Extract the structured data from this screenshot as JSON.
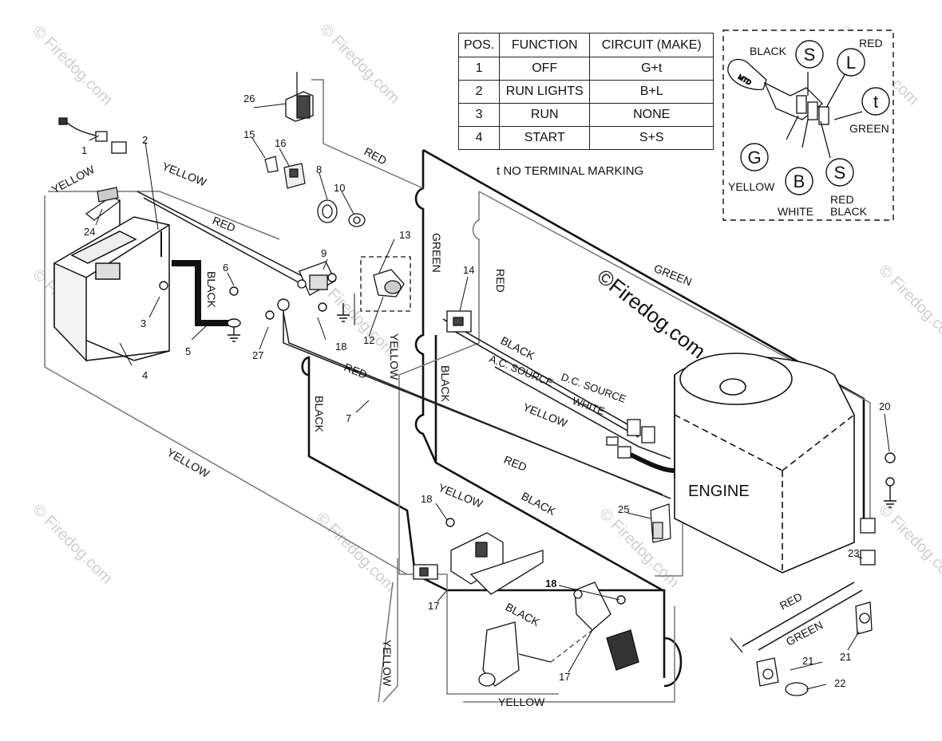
{
  "table": {
    "headers": [
      "POS.",
      "FUNCTION",
      "CIRCUIT  (MAKE)"
    ],
    "rows": [
      [
        "1",
        "OFF",
        "G+t"
      ],
      [
        "2",
        "RUN LIGHTS",
        "B+L"
      ],
      [
        "3",
        "RUN",
        "NONE"
      ],
      [
        "4",
        "START",
        "S+S"
      ]
    ]
  },
  "note": "t  NO TERMINAL MARKING",
  "switch": {
    "terminals": {
      "s_top": "S",
      "l": "L",
      "t": "t",
      "g": "G",
      "b": "B",
      "s_bottom": "S"
    },
    "labels": {
      "black": "BLACK",
      "red": "RED",
      "green": "GREEN",
      "yellow": "YELLOW",
      "white": "WHITE",
      "red_black_1": "RED",
      "red_black_2": "BLACK"
    },
    "key_text": "MTD"
  },
  "wires": {
    "yellow": "YELLOW",
    "red": "RED",
    "black": "BLACK",
    "green": "GREEN",
    "white": "WHITE",
    "ac_source": "A.C. SOURCE",
    "dc_source": "D.C. SOURCE"
  },
  "engine_label": "ENGINE",
  "parts": [
    "1",
    "2",
    "3",
    "4",
    "5",
    "6",
    "7",
    "8",
    "9",
    "10",
    "12",
    "13",
    "14",
    "15",
    "16",
    "17",
    "18",
    "20",
    "21",
    "22",
    "23",
    "24",
    "25",
    "26",
    "27"
  ],
  "watermark": "© Firedog.com",
  "center_watermark": "©Firedog.com"
}
